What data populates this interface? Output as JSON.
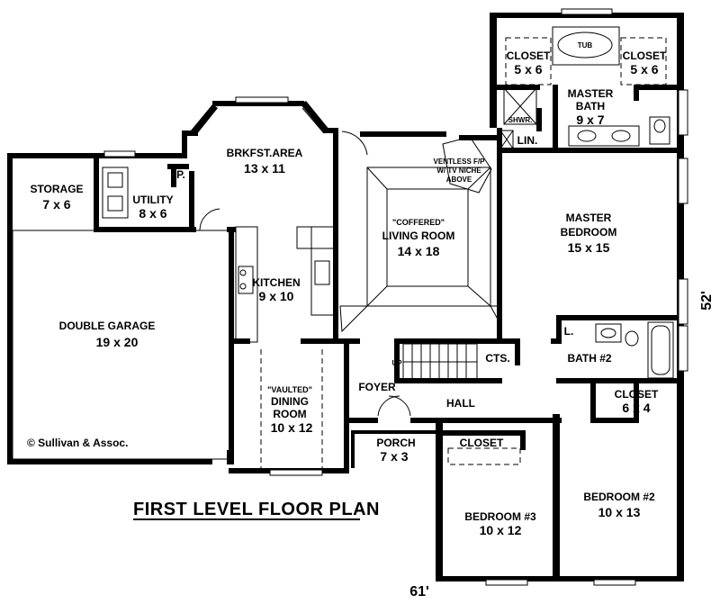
{
  "title": "FIRST LEVEL FLOOR PLAN",
  "copyright": "© Sullivan & Assoc.",
  "dimensions": {
    "width": "61'",
    "depth": "52'"
  },
  "rooms": {
    "storage": {
      "name": "STORAGE",
      "size": "7 x 6"
    },
    "utility": {
      "name": "UTILITY",
      "size": "8 x 6"
    },
    "pantry": {
      "name": "P."
    },
    "breakfast": {
      "name": "BRKFST.AREA",
      "size": "13 x 11"
    },
    "kitchen": {
      "name": "KITCHEN",
      "size": "9 x 10"
    },
    "garage": {
      "name": "DOUBLE GARAGE",
      "size": "19 x 20"
    },
    "dining": {
      "qualifier": "\"VAULTED\"",
      "name1": "DINING",
      "name2": "ROOM",
      "size": "10 x 12"
    },
    "living": {
      "qualifier": "\"COFFERED\"",
      "name": "LIVING ROOM",
      "size": "14 x 18"
    },
    "fireplace": {
      "line1": "VENTLESS F/P",
      "line2": "W/ TV NICHE",
      "line3": "ABOVE"
    },
    "foyer": {
      "name": "FOYER"
    },
    "porch": {
      "name": "PORCH",
      "size": "7 x 3"
    },
    "hall": {
      "name": "HALL"
    },
    "stairs": {
      "up": "UP",
      "closet": "CTS."
    },
    "closet_left": {
      "name": "CLOSET",
      "size": "5 x 6"
    },
    "closet_right": {
      "name": "CLOSET",
      "size": "5 x 6"
    },
    "tub": {
      "name": "TUB"
    },
    "master_bath": {
      "name1": "MASTER",
      "name2": "BATH",
      "size": "9 x 7"
    },
    "shower": {
      "name": "SHWR."
    },
    "linen": {
      "name": "LIN."
    },
    "master_bedroom": {
      "name1": "MASTER",
      "name2": "BEDROOM",
      "size": "15 x 15"
    },
    "linen_small": {
      "name": "L."
    },
    "bath2": {
      "name": "BATH #2"
    },
    "closet_bed2": {
      "name": "CLOSET",
      "size": "6 x 4"
    },
    "closet_bed3": {
      "name": "CLOSET"
    },
    "bedroom2": {
      "name": "BEDROOM #2",
      "size": "10 x 13"
    },
    "bedroom3": {
      "name": "BEDROOM #3",
      "size": "10 x 12"
    }
  }
}
